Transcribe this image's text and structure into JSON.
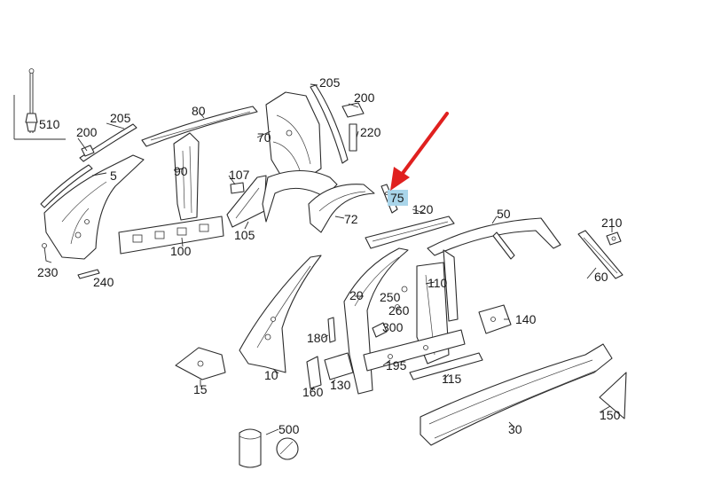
{
  "diagram": {
    "labels": {
      "p510": "510",
      "p200a": "200",
      "p205a": "205",
      "p80": "80",
      "p205b": "205",
      "p200b": "200",
      "p220": "220",
      "p70": "70",
      "p5": "5",
      "p90": "90",
      "p107": "107",
      "p75": "75",
      "p120": "120",
      "p72": "72",
      "p50": "50",
      "p210": "210",
      "p105": "105",
      "p100": "100",
      "p230": "230",
      "p240": "240",
      "p60": "60",
      "p20": "20",
      "p250": "250",
      "p110": "110",
      "p260": "260",
      "p140": "140",
      "p300": "300",
      "p180": "180",
      "p195": "195",
      "p115": "115",
      "p10": "10",
      "p130": "130",
      "p15": "15",
      "p160": "160",
      "p150": "150",
      "p30": "30",
      "p500": "500"
    },
    "highlighted_part": "75",
    "highlight_color": "#a9d5ea",
    "arrow_color": "#e0201f",
    "line_color": "#2b2b2b"
  }
}
